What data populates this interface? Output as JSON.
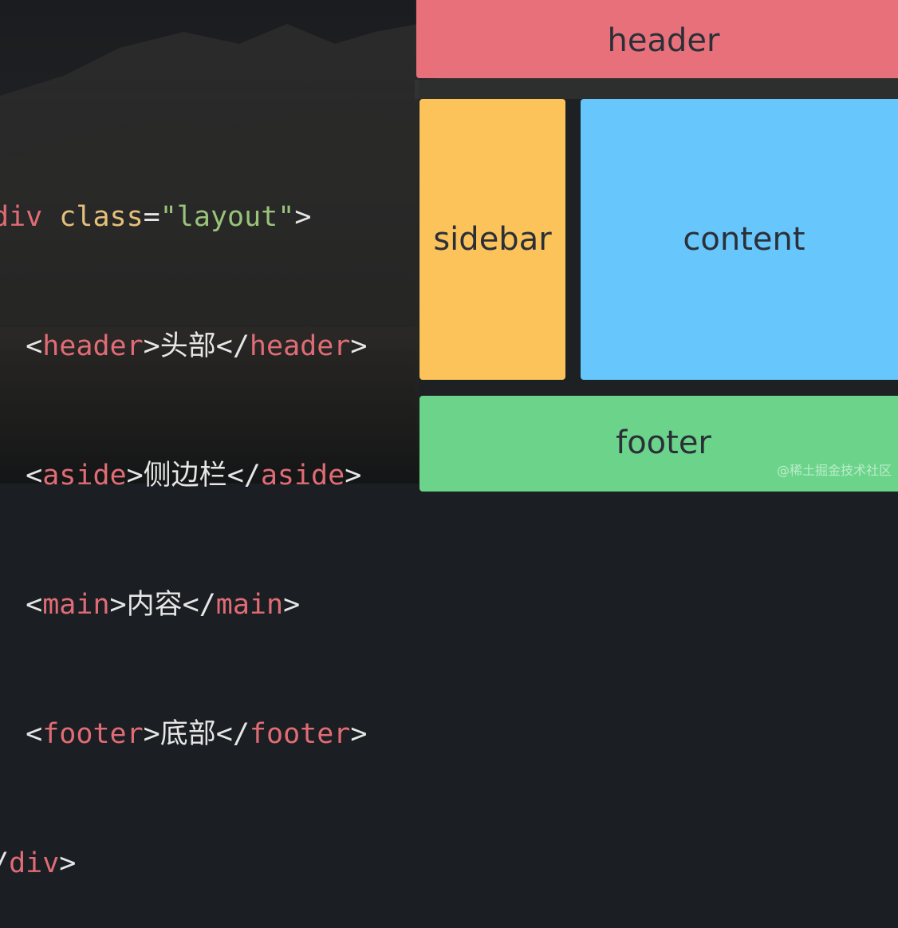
{
  "colors": {
    "header": "#e8707a",
    "sidebar": "#fbc35a",
    "content": "#67c6fb",
    "footer": "#6bd48a",
    "tag": "#e06c75",
    "attribute": "#e5c07b",
    "string": "#98c379"
  },
  "code": {
    "line1": {
      "open": "div",
      "attr": "class",
      "eq": "=",
      "value": "\"layout\"",
      "close": ">"
    },
    "line2": {
      "lt": "<",
      "tag_open": "header",
      "gt": ">",
      "text": "头部",
      "lt_close": "</",
      "tag_close": "header",
      "gt_close": ">"
    },
    "line3": {
      "lt": "<",
      "tag_open": "aside",
      "gt": ">",
      "text": "侧边栏",
      "lt_close": "</",
      "tag_close": "aside",
      "gt_close": ">"
    },
    "line4": {
      "lt": "<",
      "tag_open": "main",
      "gt": ">",
      "text": "内容",
      "lt_close": "</",
      "tag_close": "main",
      "gt_close": ">"
    },
    "line5": {
      "lt": "<",
      "tag_open": "footer",
      "gt": ">",
      "text": "底部",
      "lt_close": "</",
      "tag_close": "footer",
      "gt_close": ">"
    },
    "line6": {
      "prefix": "/",
      "tag": "div",
      "gt": ">"
    }
  },
  "layout_boxes": {
    "header": "header",
    "sidebar": "sidebar",
    "content": "content",
    "footer": "footer"
  },
  "watermark": "@稀土掘金技术社区"
}
